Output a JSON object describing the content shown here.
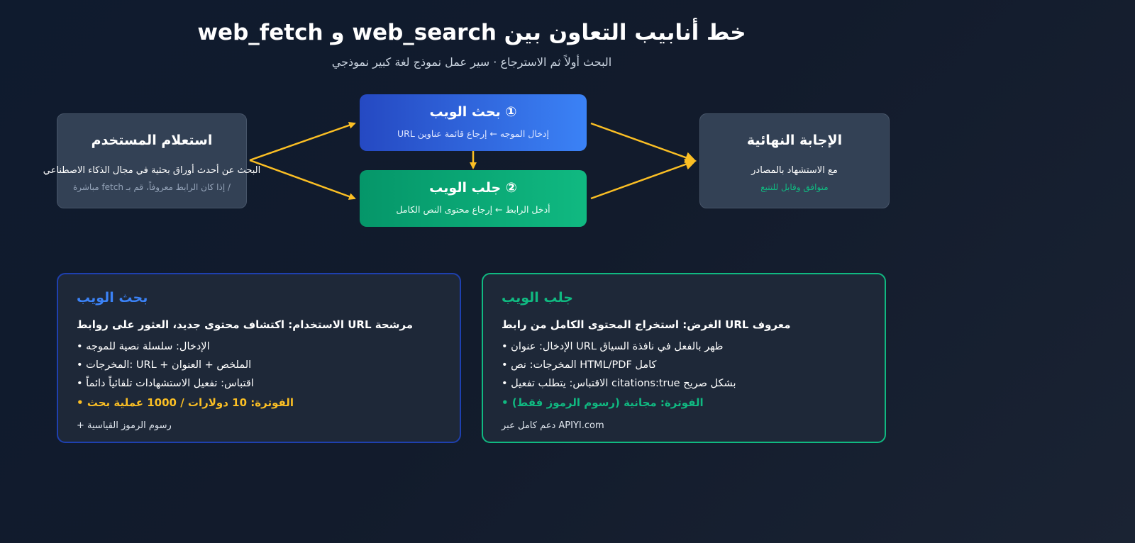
{
  "header": {
    "title": "خط أنابيب التعاون بين web_search و web_fetch",
    "subtitle": "البحث أولاً ثم الاسترجاع · سير عمل نموذج لغة كبير نموذجي"
  },
  "nodes": {
    "user": {
      "title": "استعلام المستخدم",
      "line1": "البحث عن أحدث أوراق بحثية في مجال الذكاء الاصطناعي",
      "line2": "/ إذا كان الرابط معروفاً، قم بـ fetch مباشرة"
    },
    "search": {
      "title": "① بحث الويب",
      "desc": "إدخال الموجه ← إرجاع قائمة عناوين URL"
    },
    "fetch": {
      "title": "② جلب الويب",
      "desc": "أدخل الرابط ← إرجاع محتوى النص الكامل"
    },
    "final": {
      "title": "الإجابة النهائية",
      "line1": "مع الاستشهاد بالمصادر",
      "line2": "متوافق وقابل للتتبع"
    }
  },
  "cards": {
    "search": {
      "title": "بحث الويب",
      "purpose": "الاستخدام: اكتشاف محتوى جديد، العثور على روابط URL مرشحة",
      "input": "• الإدخال: سلسلة نصية للموجه",
      "output": "• المخرجات: URL + الملخص + العنوان",
      "citation": "• اقتباس: تفعيل الاستشهادات تلقائياً دائماً",
      "billing": "• الفوترة: 10 دولارات / 1000 عملية بحث",
      "note": "+ رسوم الرموز القياسية"
    },
    "fetch": {
      "title": "جلب الويب",
      "purpose": "الغرض: استخراج المحتوى الكامل من رابط URL معروف",
      "input": "• الإدخال: عنوان URL ظهر بالفعل في نافذة السياق",
      "output": "• المخرجات: نص HTML/PDF كامل",
      "citation": "• الاقتباس: يتطلب تفعيل citations:true بشكل صريح",
      "billing": "• الفوترة: مجانية (رسوم الرموز فقط)",
      "note": "دعم كامل عبر APIYI.com"
    }
  },
  "colors": {
    "arrow": "#fbbf24",
    "search_accent": "#3b82f6",
    "fetch_accent": "#10b981",
    "search_billing": "#fbbf24",
    "fetch_billing": "#10b981"
  }
}
